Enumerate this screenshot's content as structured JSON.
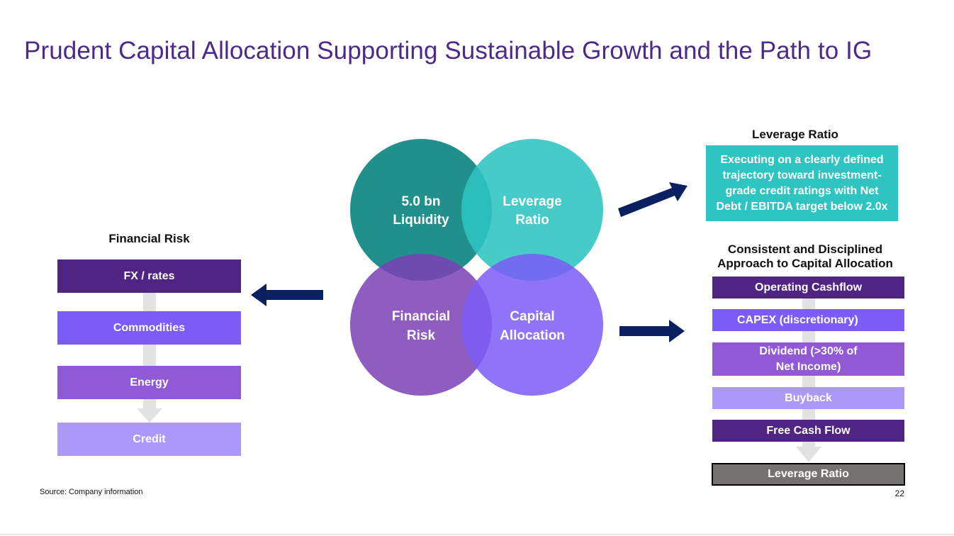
{
  "title": "Prudent Capital Allocation Supporting Sustainable Growth and the Path to IG",
  "colors": {
    "title": "#4b2a8c",
    "dark_purple": "#4f2483",
    "purple": "#7b5cf6",
    "medium_purple": "#9159d6",
    "light_purple": "#ab98f9",
    "teal_dark": "#21908c",
    "teal": "#2ec4c2",
    "navy_arrow": "#0b2060",
    "grey_box": "#767171"
  },
  "venn": {
    "top_left": {
      "line1": "5.0 bn",
      "line2": "Liquidity"
    },
    "top_right": {
      "line1": "Leverage",
      "line2": "Ratio"
    },
    "bottom_left": {
      "line1": "Financial",
      "line2": "Risk"
    },
    "bottom_right": {
      "line1": "Capital",
      "line2": "Allocation"
    }
  },
  "financial_risk": {
    "heading": "Financial Risk",
    "items": [
      "FX / rates",
      "Commodities",
      "Energy",
      "Credit"
    ]
  },
  "leverage_ratio": {
    "heading": "Leverage Ratio",
    "description": "Executing on a clearly defined trajectory toward investment-grade credit ratings with Net Debt / EBITDA target below 2.0x"
  },
  "capital_allocation": {
    "heading_line1": "Consistent and Disciplined",
    "heading_line2": "Approach to Capital Allocation",
    "items": [
      "Operating Cashflow",
      "CAPEX (discretionary)",
      "Dividend (>30% of Net Income)",
      "Buyback",
      "Free Cash Flow",
      "Leverage Ratio"
    ]
  },
  "footer": {
    "source": "Source: Company information",
    "page_number": "22"
  }
}
